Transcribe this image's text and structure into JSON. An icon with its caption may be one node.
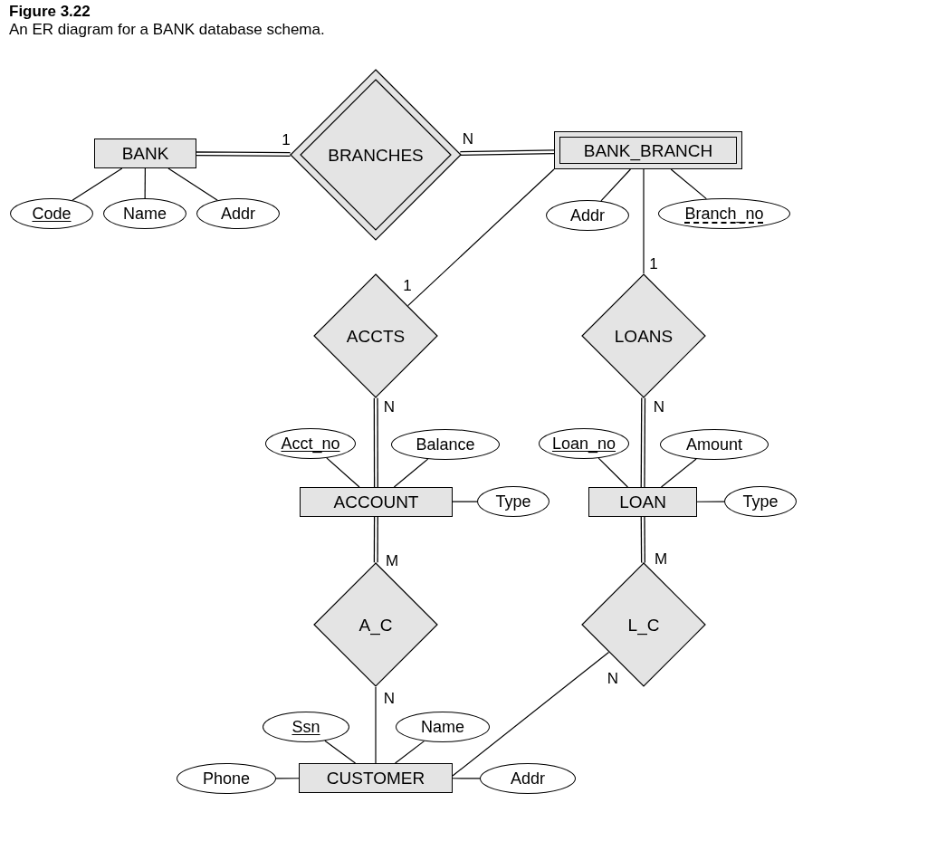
{
  "diagram": {
    "title": "Figure 3.22",
    "caption": "An ER diagram for a BANK database schema.",
    "nodes": [
      {
        "text": [
          "BANK"
        ]
      },
      {
        "text": [
          "BRANCHES"
        ]
      },
      {
        "text": [
          "BANK_BRANCH"
        ]
      },
      {
        "text": [
          "Code"
        ]
      },
      {
        "text": [
          "Name"
        ]
      },
      {
        "text": [
          "Addr"
        ]
      },
      {
        "text": [
          "Addr"
        ]
      },
      {
        "text": [
          "Branch_no"
        ]
      },
      {
        "text": [
          "ACCTS"
        ]
      },
      {
        "text": [
          "LOANS"
        ]
      },
      {
        "text": [
          "Acct_no"
        ]
      },
      {
        "text": [
          "Balance"
        ]
      },
      {
        "text": [
          "ACCOUNT"
        ]
      },
      {
        "text": [
          "Type"
        ]
      },
      {
        "text": [
          "Loan_no"
        ]
      },
      {
        "text": [
          "Amount"
        ]
      },
      {
        "text": [
          "LOAN"
        ]
      },
      {
        "text": [
          "Type"
        ]
      },
      {
        "text": [
          "A_C"
        ]
      },
      {
        "text": [
          "L_C"
        ]
      },
      {
        "text": [
          "Ssn"
        ]
      },
      {
        "text": [
          "Name"
        ]
      },
      {
        "text": [
          "Phone"
        ]
      },
      {
        "text": [
          "CUSTOMER"
        ]
      },
      {
        "text": [
          "Addr"
        ]
      }
    ],
    "edges": [
      {
        "from": 0,
        "to": 1,
        "arrow": "none",
        "label": "1",
        "style": "thick"
      },
      {
        "from": 1,
        "to": 2,
        "arrow": "none",
        "label": "N",
        "style": "thick"
      },
      {
        "from": 0,
        "to": 3,
        "arrow": "none"
      },
      {
        "from": 0,
        "to": 4,
        "arrow": "none"
      },
      {
        "from": 0,
        "to": 5,
        "arrow": "none"
      },
      {
        "from": 2,
        "to": 6,
        "arrow": "none"
      },
      {
        "from": 2,
        "to": 7,
        "arrow": "none"
      },
      {
        "from": 2,
        "to": 8,
        "arrow": "none",
        "label": "1"
      },
      {
        "from": 8,
        "to": 12,
        "arrow": "none",
        "label": "N",
        "style": "thick"
      },
      {
        "from": 2,
        "to": 9,
        "arrow": "none",
        "label": "1"
      },
      {
        "from": 9,
        "to": 16,
        "arrow": "none",
        "label": "N",
        "style": "thick"
      },
      {
        "from": 12,
        "to": 10,
        "arrow": "none"
      },
      {
        "from": 12,
        "to": 11,
        "arrow": "none"
      },
      {
        "from": 12,
        "to": 13,
        "arrow": "none"
      },
      {
        "from": 16,
        "to": 14,
        "arrow": "none"
      },
      {
        "from": 16,
        "to": 15,
        "arrow": "none"
      },
      {
        "from": 16,
        "to": 17,
        "arrow": "none"
      },
      {
        "from": 12,
        "to": 18,
        "arrow": "none",
        "label": "M",
        "style": "thick"
      },
      {
        "from": 16,
        "to": 19,
        "arrow": "none",
        "label": "M",
        "style": "thick"
      },
      {
        "from": 18,
        "to": 23,
        "arrow": "none",
        "label": "N"
      },
      {
        "from": 19,
        "to": 23,
        "arrow": "none",
        "label": "N"
      },
      {
        "from": 23,
        "to": 20,
        "arrow": "none"
      },
      {
        "from": 23,
        "to": 21,
        "arrow": "none"
      },
      {
        "from": 23,
        "to": 22,
        "arrow": "none"
      },
      {
        "from": 23,
        "to": 24,
        "arrow": "none"
      }
    ]
  }
}
